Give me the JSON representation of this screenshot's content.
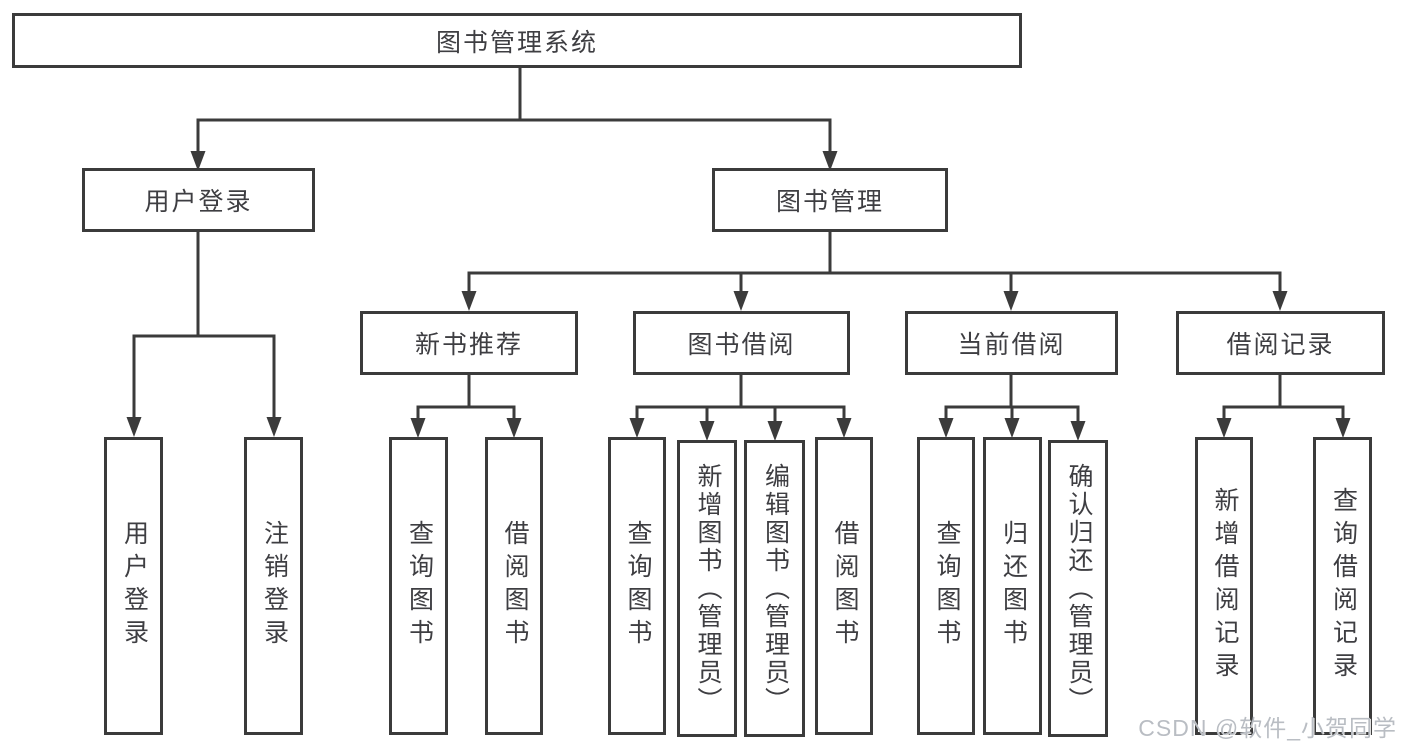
{
  "root": {
    "label": "图书管理系统"
  },
  "branches": [
    {
      "label": "用户登录",
      "children": [
        {
          "label": "用户登录"
        },
        {
          "label": "注销登录"
        }
      ]
    },
    {
      "label": "图书管理",
      "children": [
        {
          "label": "新书推荐",
          "children": [
            {
              "label": "查询图书"
            },
            {
              "label": "借阅图书"
            }
          ]
        },
        {
          "label": "图书借阅",
          "children": [
            {
              "label": "查询图书"
            },
            {
              "label": "新增图书（管理员）"
            },
            {
              "label": "编辑图书（管理员）"
            },
            {
              "label": "借阅图书"
            }
          ]
        },
        {
          "label": "当前借阅",
          "children": [
            {
              "label": "查询图书"
            },
            {
              "label": "归还图书"
            },
            {
              "label": "确认归还（管理员）"
            }
          ]
        },
        {
          "label": "借阅记录",
          "children": [
            {
              "label": "新增借阅记录"
            },
            {
              "label": "查询借阅记录"
            }
          ]
        }
      ]
    }
  ],
  "watermark": {
    "text": "CSDN @软件_小贺同学"
  },
  "colors": {
    "line": "#3b3b3b",
    "text": "#3e3e42",
    "watermark": "#b9bdc3",
    "background": "#ffffff"
  }
}
